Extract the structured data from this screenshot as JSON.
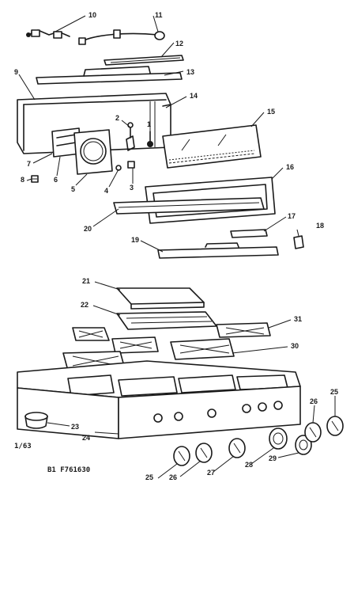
{
  "callouts": {
    "c1": "1",
    "c2": "2",
    "c3": "3",
    "c4": "4",
    "c5": "5",
    "c6": "6",
    "c7": "7",
    "c8": "8",
    "c9": "9",
    "c10": "10",
    "c11": "11",
    "c12": "12",
    "c13": "13",
    "c14": "14",
    "c15": "15",
    "c16": "16",
    "c17": "17",
    "c18": "18",
    "c19": "19",
    "c20": "20",
    "c21": "21",
    "c22": "22",
    "c23": "23",
    "c24": "24",
    "c25a": "25",
    "c25b": "25",
    "c26a": "26",
    "c26b": "26",
    "c27": "27",
    "c28": "28",
    "c29": "29",
    "c30": "30",
    "c31": "31"
  },
  "notes": {
    "date_code": "1/63",
    "part_ref": "B1 F761630"
  },
  "colors": {
    "ink": "#1a1a1a",
    "paper": "#ffffff"
  }
}
